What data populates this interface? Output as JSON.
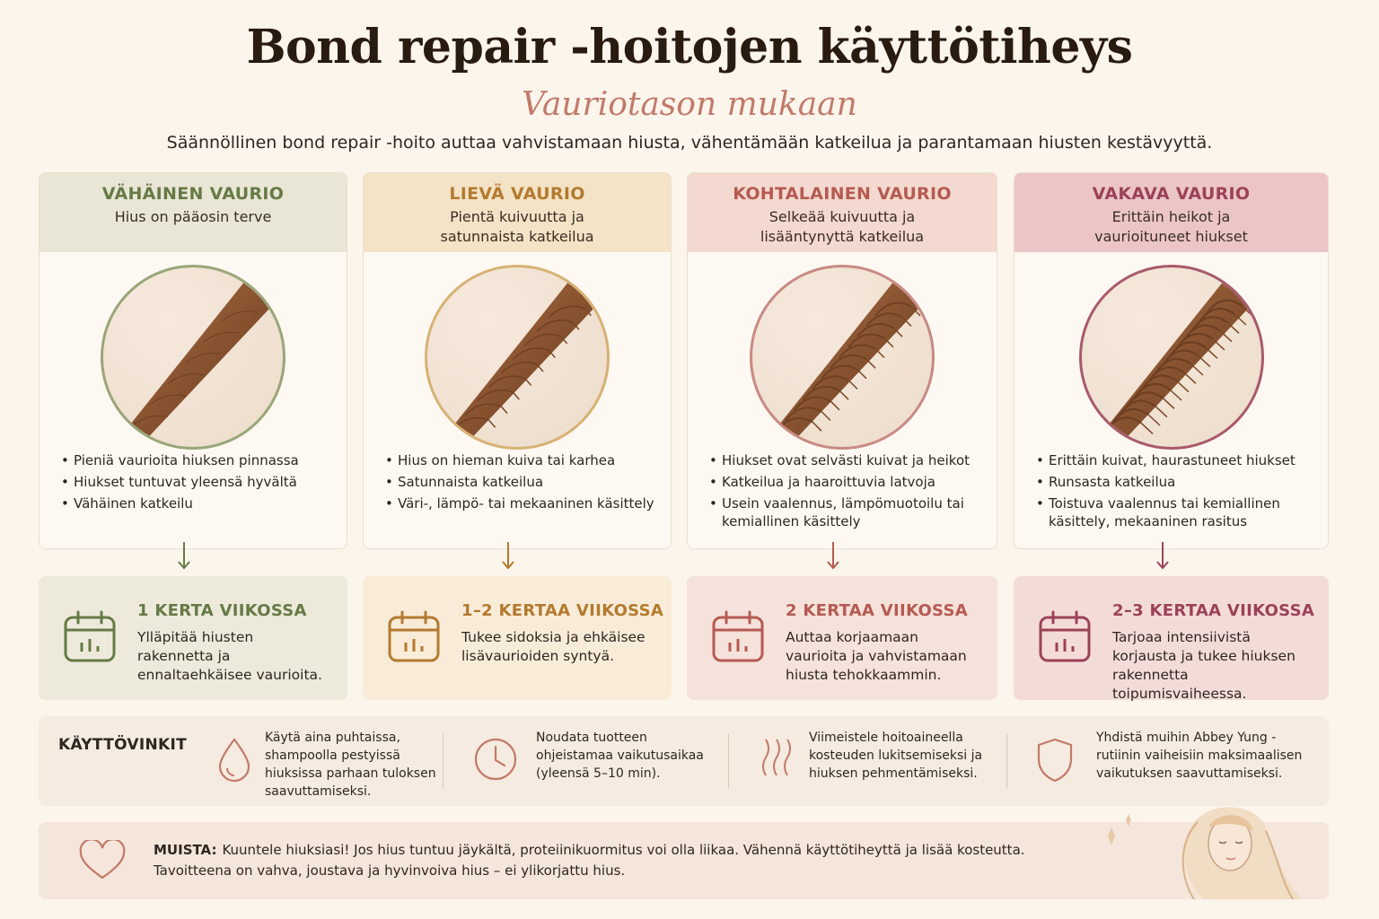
{
  "title": "Bond repair -hoitojen käyttötiheys",
  "subtitle": "Vauriotason mukaan",
  "intro": "Säännöllinen bond repair -hoito auttaa vahvistamaan hiusta, vähentämään katkeilua ja parantamaan hiusten kestävyyttä.",
  "levels": [
    {
      "title": "VÄHÄINEN VAURIO",
      "desc": [
        "Hius on pääosin terve"
      ],
      "bullets": [
        "Pieniä vaurioita hiuksen pinnassa",
        "Hiukset tuntuvat yleensä hyvältä",
        "Vähäinen katkeilu"
      ],
      "freq_title": "1 KERTA VIIKOSSA",
      "freq_text": "Ylläpitää hiusten rakennetta ja ennaltaehkäisee vaurioita.",
      "color": "#667a45",
      "head_bg": "#e9e6d6",
      "freq_bg": "#edeadc",
      "ring": "#9aa679"
    },
    {
      "title": "LIEVÄ VAURIO",
      "desc": [
        "Pientä kuivuutta ja",
        "satunnaista katkeilua"
      ],
      "bullets": [
        "Hius on hieman kuiva tai karhea",
        "Satunnaista katkeilua",
        "Väri-, lämpö- tai mekaaninen käsittely"
      ],
      "freq_title": "1–2 KERTAA VIIKOSSA",
      "freq_text": "Tukee sidoksia ja ehkäisee lisävaurioiden syntyä.",
      "color": "#b37a2e",
      "head_bg": "#f4e3c6",
      "freq_bg": "#f8ecd9",
      "ring": "#d7b274"
    },
    {
      "title": "KOHTALAINEN VAURIO",
      "desc": [
        "Selkeää kuivuutta ja",
        "lisääntynyttä katkeilua"
      ],
      "bullets": [
        "Hiukset ovat selvästi kuivat ja heikot",
        "Katkeilua ja haaroittuvia latvoja",
        "Usein vaalennus, lämpömuotoilu tai kemiallinen käsittely"
      ],
      "freq_title": "2 KERTAA VIIKOSSA",
      "freq_text": "Auttaa korjaamaan vaurioita ja vahvistamaan hiusta tehokkaammin.",
      "color": "#b55a52",
      "head_bg": "#f3d9cf",
      "freq_bg": "#f5e2da",
      "ring": "#c98a84"
    },
    {
      "title": "VAKAVA VAURIO",
      "desc": [
        "Erittäin heikot ja",
        "vaurioituneet hiukset"
      ],
      "bullets": [
        "Erittäin kuivat, haurastuneet hiukset",
        "Runsasta katkeilua",
        "Toistuva vaalennus tai kemiallinen käsittely, mekaaninen rasitus"
      ],
      "freq_title": "2–3 KERTAA VIIKOSSA",
      "freq_text": "Tarjoaa intensiivistä korjausta ja tukee hiuksen rakennetta toipumisvaiheessa.",
      "color": "#9c4256",
      "head_bg": "#ecc6c7",
      "freq_bg": "#f3dcd8",
      "ring": "#a95a6b"
    }
  ],
  "tips": {
    "title": "KÄYTTÖVINKIT",
    "items": [
      {
        "icon": "drop-icon",
        "text": "Käytä aina puhtaissa, shampoolla pestyissä hiuksissa parhaan tuloksen saavuttamiseksi."
      },
      {
        "icon": "clock-icon",
        "text": "Noudata tuotteen ohjeistamaa vaikutusaikaa (yleensä 5–10 min)."
      },
      {
        "icon": "waves-icon",
        "text": "Viimeistele hoitoaineella kosteuden lukitsemiseksi ja hiuksen pehmentämiseksi."
      },
      {
        "icon": "shield-icon",
        "text": "Yhdistä muihin Abbey Yung -rutiinin vaiheisiin maksimaalisen vaikutuksen saavuttamiseksi."
      }
    ]
  },
  "remember": {
    "label": "MUISTA:",
    "line1": "Kuuntele hiuksiasi! Jos hius tuntuu jäykältä, proteiinikuormitus voi olla liikaa. Vähennä käyttötiheyttä ja lisää kosteutta.",
    "line2": "Tavoitteena on vahva, joustava ja hyvinvoiva hius – ei ylikorjattu hius."
  },
  "accent": "#c27a6a"
}
